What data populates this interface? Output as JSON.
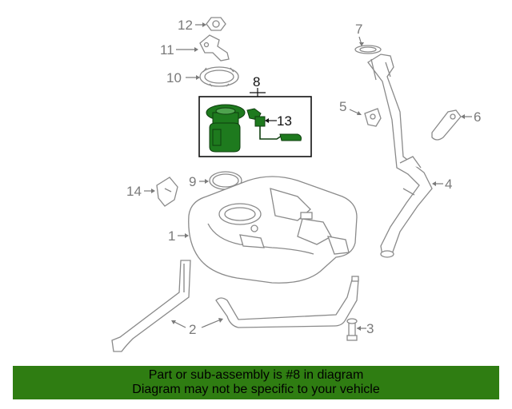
{
  "callouts": {
    "c1": "1",
    "c2": "2",
    "c3": "3",
    "c4": "4",
    "c5": "5",
    "c6": "6",
    "c7": "7",
    "c8": "8",
    "c9": "9",
    "c10": "10",
    "c11": "11",
    "c12": "12",
    "c13": "13",
    "c14": "14"
  },
  "highlight_color": "#1e7a1e",
  "banner_color": "#2f7d12",
  "banner": {
    "line1": "Part or sub-assembly is #8 in diagram",
    "line2": "Diagram may not be specific to your vehicle"
  }
}
